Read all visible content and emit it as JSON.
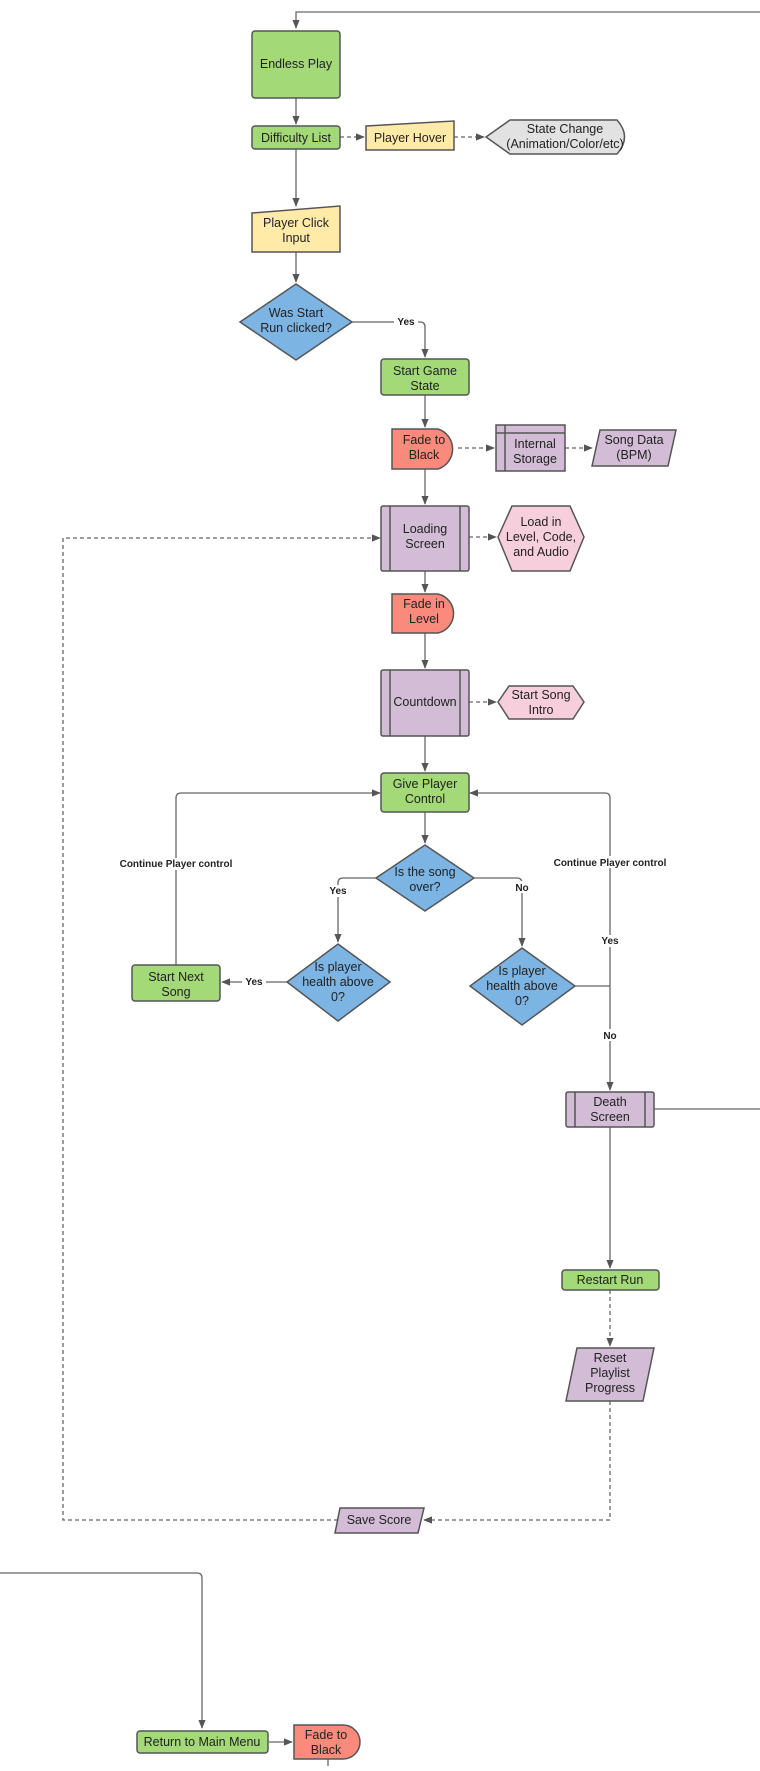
{
  "colors": {
    "process": "#a3d977",
    "input": "#ffeaa7",
    "decision": "#7cb4e4",
    "terminal": "#fa8a7b",
    "subprocess": "#d2bcd6",
    "prep": "#f7cfdc",
    "state": "#e2e2e2",
    "stroke": "#555555"
  },
  "nodes": {
    "endless_play": "Endless Play",
    "difficulty_list": "Difficulty List",
    "player_hover": "Player Hover",
    "state_change": [
      "State Change",
      "(Animation/Color/etc)"
    ],
    "player_click_input": [
      "Player Click",
      "Input"
    ],
    "was_start_run_clicked": [
      "Was Start",
      "Run clicked?"
    ],
    "start_game_state": [
      "Start Game",
      "State"
    ],
    "fade_to_black": [
      "Fade to",
      "Black"
    ],
    "internal_storage": [
      "Internal",
      "Storage"
    ],
    "song_data": [
      "Song Data",
      "(BPM)"
    ],
    "loading_screen": [
      "Loading",
      "Screen"
    ],
    "load_in_level": [
      "Load in",
      "Level, Code,",
      "and Audio"
    ],
    "fade_in_level": [
      "Fade in",
      "Level"
    ],
    "countdown": "Countdown",
    "start_song_intro": [
      "Start Song",
      "Intro"
    ],
    "give_player_control": [
      "Give Player",
      "Control"
    ],
    "is_song_over": [
      "Is the song",
      "over?"
    ],
    "health_check_left": [
      "Is player",
      "health above",
      "0?"
    ],
    "health_check_right": [
      "Is player",
      "health above",
      "0?"
    ],
    "start_next_song": [
      "Start Next",
      "Song"
    ],
    "death_screen": [
      "Death",
      "Screen"
    ],
    "restart_run": "Restart Run",
    "reset_playlist": [
      "Reset",
      "Playlist",
      "Progress"
    ],
    "save_score": "Save Score",
    "return_to_main_menu": "Return to Main Menu",
    "fade_to_black_bottom": [
      "Fade to",
      "Black"
    ]
  },
  "edge_labels": {
    "yes_start": "Yes",
    "yes_song_over": "Yes",
    "no_song_over": "No",
    "yes_next_song": "Yes",
    "yes_continue": "Yes",
    "no_death": "No",
    "continue_left": "Continue Player control",
    "continue_right": "Continue Player control"
  }
}
